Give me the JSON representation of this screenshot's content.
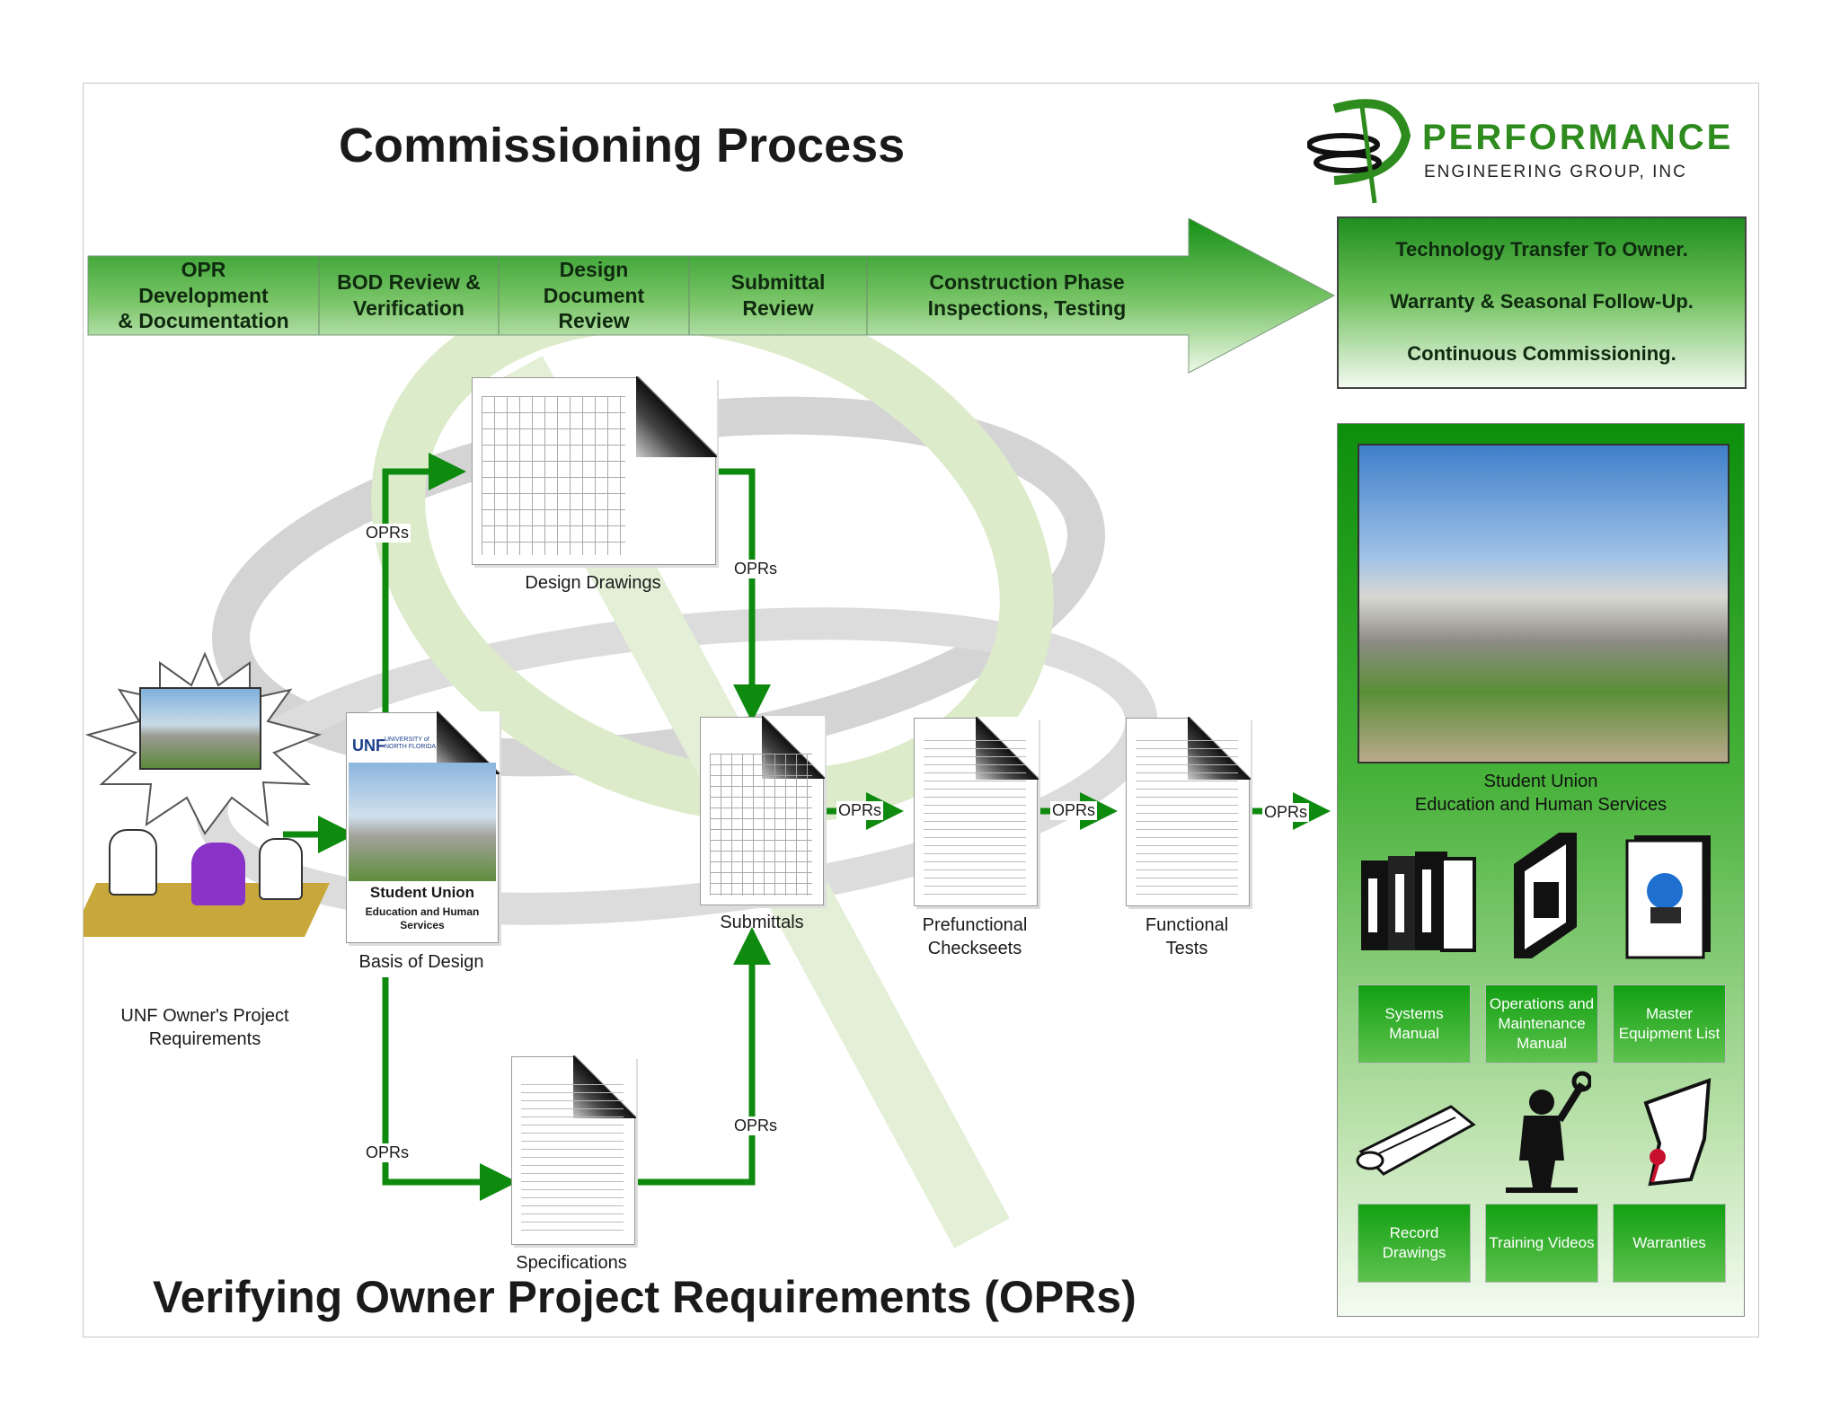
{
  "title": "Commissioning Process",
  "bottom_title": "Verifying Owner Project Requirements (OPRs)",
  "logo": {
    "main": "PERFORMANCE",
    "sub": "ENGINEERING GROUP, INC"
  },
  "stages": [
    "OPR\nDevelopment\n& Documentation",
    "BOD Review &\nVerification",
    "Design\nDocument\nReview",
    "Submittal\nReview",
    "Construction Phase\nInspections, Testing"
  ],
  "transfer_box": [
    "Technology Transfer To Owner.",
    "Warranty & Seasonal Follow-Up.",
    "Continuous Commissioning."
  ],
  "flow_label": "OPRs",
  "nodes": {
    "owner": "UNF Owner's Project\nRequirements",
    "basis": "Basis of Design",
    "design_drawings": "Design Drawings",
    "specifications": "Specifications",
    "submittals": "Submittals",
    "prefunctional": "Prefunctional\nCheckseets",
    "functional": "Functional\nTests"
  },
  "basis_doc": {
    "logo": "UNF",
    "logo_small": "UNIVERSITY of\nNORTH FLORIDA",
    "title": "Student Union",
    "subtitle": "Education and Human\nServices"
  },
  "panel": {
    "caption": "Student Union\nEducation and Human Services",
    "items": [
      "Systems\nManual",
      "Operations and\nMaintenance\nManual",
      "Master\nEquipment List",
      "Record\nDrawings",
      "Training Videos",
      "Warranties"
    ]
  },
  "colors": {
    "green": "#0e8a0e",
    "dark_green": "#0b6e0b",
    "light_green": "#cfe6b4",
    "grey": "#c9c9c9"
  }
}
